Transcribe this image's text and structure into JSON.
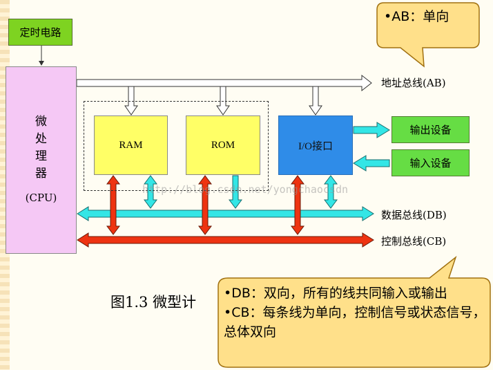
{
  "timer": {
    "label": "定时电路"
  },
  "cpu": {
    "chars": [
      "微",
      "处",
      "理",
      "器"
    ],
    "sub": "(CPU)"
  },
  "ram": {
    "label": "RAM"
  },
  "rom": {
    "label": "ROM"
  },
  "io": {
    "label": "I/O接口"
  },
  "output_device": {
    "label": "输出设备"
  },
  "input_device": {
    "label": "输入设备"
  },
  "buses": {
    "address": "地址总线(AB)",
    "data": "数据总线(DB)",
    "control": "控制总线(CB)"
  },
  "caption": "图1.3 微型计",
  "watermark": "http://blog.csdn.net/yongchaocsdn",
  "notes": {
    "ab": "•AB：单向",
    "db": "•DB：双向，所有的线共同输入或输出",
    "cb": "•CB：每条线为单向，控制信号或状态信号，总体双向"
  },
  "colors": {
    "data_bus": "#33e6e6",
    "control_bus": "#ee3311",
    "callout": "#ffe08a",
    "callout_border": "#a07010"
  }
}
